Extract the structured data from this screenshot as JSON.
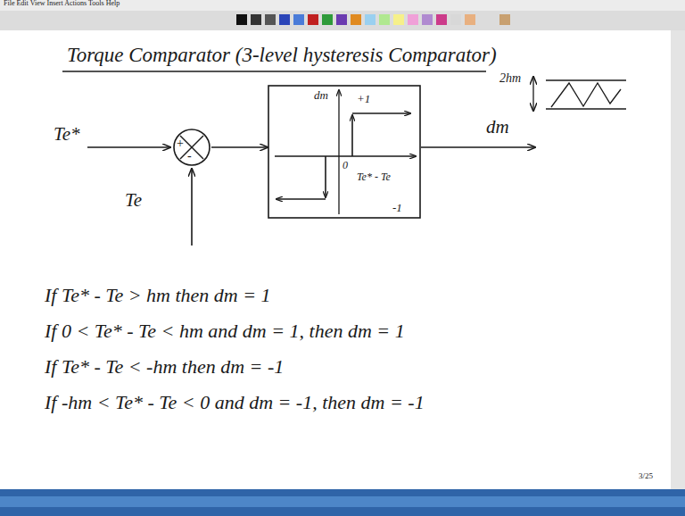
{
  "diagram": {
    "title": "Torque Comparator (3-level hysteresis Comparator)",
    "nodes": [
      {
        "text": [
          "+",
          "-"
        ]
      },
      {
        "text": [
          "dm",
          "+1",
          "0",
          "-1",
          "Te* - Te"
        ]
      }
    ],
    "edges": [
      {
        "from": 0,
        "to": 1,
        "arrow": "to"
      }
    ],
    "labels": [
      "File  Edit  View  Insert  Actions  Tools  Help",
      "Te*",
      "Te",
      "dm",
      "2hm",
      "If   Te* - Te > hm   then   dm = 1",
      "If   0 < Te* - Te < hm   and dm = 1,   then dm = 1",
      "If   Te* - Te < -hm   then   dm = -1",
      "If   -hm < Te* - Te < 0   and dm = -1,   then dm = -1",
      "3/25"
    ]
  }
}
